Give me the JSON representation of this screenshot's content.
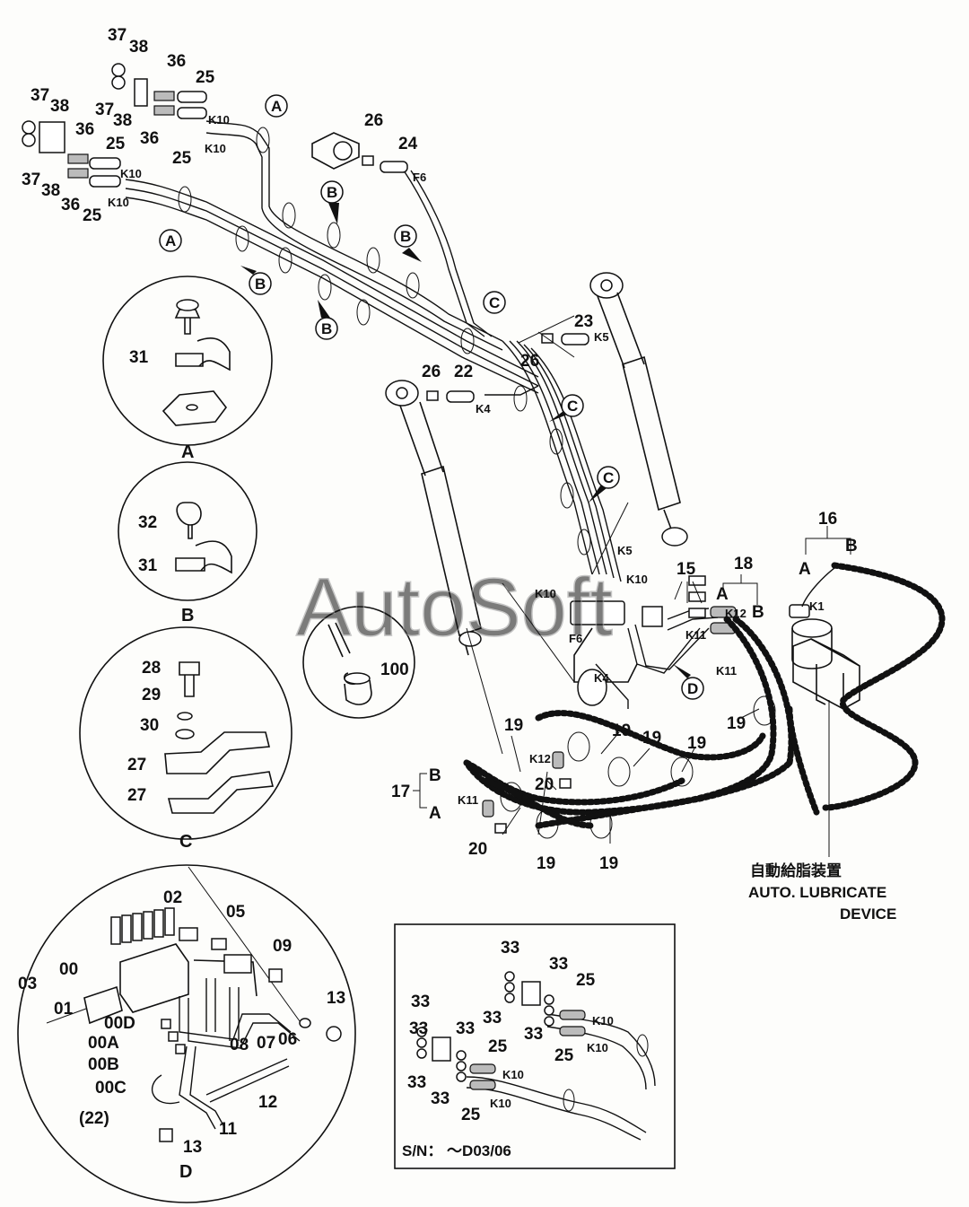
{
  "watermark": "AutoSoft",
  "part_labels": [
    {
      "id": "p37a",
      "text": "37"
    },
    {
      "id": "p38a",
      "text": "38"
    },
    {
      "id": "p37b",
      "text": "37"
    },
    {
      "id": "p38b",
      "text": "38"
    },
    {
      "id": "p37c",
      "text": "37"
    },
    {
      "id": "p38c",
      "text": "38"
    },
    {
      "id": "p37d",
      "text": "37"
    },
    {
      "id": "p38d",
      "text": "38"
    },
    {
      "id": "p36a",
      "text": "36"
    },
    {
      "id": "p36b",
      "text": "36"
    },
    {
      "id": "p36c",
      "text": "36"
    },
    {
      "id": "p36d",
      "text": "36"
    },
    {
      "id": "p25a",
      "text": "25"
    },
    {
      "id": "p25b",
      "text": "25"
    },
    {
      "id": "p25c",
      "text": "25"
    },
    {
      "id": "p25d",
      "text": "25"
    },
    {
      "id": "p26a",
      "text": "26"
    },
    {
      "id": "p24",
      "text": "24"
    },
    {
      "id": "p23",
      "text": "23"
    },
    {
      "id": "p26b",
      "text": "26"
    },
    {
      "id": "p26c",
      "text": "26"
    },
    {
      "id": "p22",
      "text": "22"
    },
    {
      "id": "p31a",
      "text": "31"
    },
    {
      "id": "p32",
      "text": "32"
    },
    {
      "id": "p31b",
      "text": "31"
    },
    {
      "id": "p28",
      "text": "28"
    },
    {
      "id": "p29",
      "text": "29"
    },
    {
      "id": "p30",
      "text": "30"
    },
    {
      "id": "p27a",
      "text": "27"
    },
    {
      "id": "p27b",
      "text": "27"
    },
    {
      "id": "p100",
      "text": "100"
    },
    {
      "id": "p16",
      "text": "16"
    },
    {
      "id": "p15",
      "text": "15"
    },
    {
      "id": "p18",
      "text": "18"
    },
    {
      "id": "p17",
      "text": "17"
    },
    {
      "id": "p19a",
      "text": "19"
    },
    {
      "id": "p19b",
      "text": "19"
    },
    {
      "id": "p19c",
      "text": "19"
    },
    {
      "id": "p19d",
      "text": "19"
    },
    {
      "id": "p19e",
      "text": "19"
    },
    {
      "id": "p19f",
      "text": "19"
    },
    {
      "id": "p19g",
      "text": "19"
    },
    {
      "id": "p20a",
      "text": "20"
    },
    {
      "id": "p20b",
      "text": "20"
    },
    {
      "id": "p02",
      "text": "02"
    },
    {
      "id": "p05",
      "text": "05"
    },
    {
      "id": "p09",
      "text": "09"
    },
    {
      "id": "p03",
      "text": "03"
    },
    {
      "id": "p00",
      "text": "00"
    },
    {
      "id": "p01",
      "text": "01"
    },
    {
      "id": "p00D",
      "text": "00D"
    },
    {
      "id": "p00A",
      "text": "00A"
    },
    {
      "id": "p00B",
      "text": "00B"
    },
    {
      "id": "p00C",
      "text": "00C"
    },
    {
      "id": "p22b",
      "text": "(22)"
    },
    {
      "id": "p08",
      "text": "08"
    },
    {
      "id": "p07",
      "text": "07"
    },
    {
      "id": "p06",
      "text": "06"
    },
    {
      "id": "p13a",
      "text": "13"
    },
    {
      "id": "p13b",
      "text": "13"
    },
    {
      "id": "p12",
      "text": "12"
    },
    {
      "id": "p11",
      "text": "11"
    },
    {
      "id": "p33a",
      "text": "33"
    },
    {
      "id": "p33b",
      "text": "33"
    },
    {
      "id": "p33c",
      "text": "33"
    },
    {
      "id": "p33d",
      "text": "33"
    },
    {
      "id": "p33e",
      "text": "33"
    },
    {
      "id": "p33f",
      "text": "33"
    },
    {
      "id": "p33g",
      "text": "33"
    },
    {
      "id": "p33h",
      "text": "33"
    },
    {
      "id": "p33i",
      "text": "33"
    },
    {
      "id": "p25e",
      "text": "25"
    },
    {
      "id": "p25f",
      "text": "25"
    },
    {
      "id": "p25g",
      "text": "25"
    },
    {
      "id": "p25h",
      "text": "25"
    }
  ],
  "connector_labels": [
    {
      "id": "k10a",
      "text": "K10"
    },
    {
      "id": "k10b",
      "text": "K10"
    },
    {
      "id": "k10c",
      "text": "K10"
    },
    {
      "id": "k10d",
      "text": "K10"
    },
    {
      "id": "f6a",
      "text": "F6"
    },
    {
      "id": "k5a",
      "text": "K5"
    },
    {
      "id": "k4a",
      "text": "K4"
    },
    {
      "id": "k5b",
      "text": "K5"
    },
    {
      "id": "k10e",
      "text": "K10"
    },
    {
      "id": "k10f",
      "text": "K10"
    },
    {
      "id": "f6b",
      "text": "F6"
    },
    {
      "id": "k4b",
      "text": "K4"
    },
    {
      "id": "k12a",
      "text": "K12"
    },
    {
      "id": "k11a",
      "text": "K11"
    },
    {
      "id": "k11b",
      "text": "K11"
    },
    {
      "id": "k1",
      "text": "K1"
    },
    {
      "id": "k12b",
      "text": "K12"
    },
    {
      "id": "k11c",
      "text": "K11"
    },
    {
      "id": "k10g",
      "text": "K10"
    },
    {
      "id": "k10h",
      "text": "K10"
    },
    {
      "id": "k10i",
      "text": "K10"
    },
    {
      "id": "k10j",
      "text": "K10"
    }
  ],
  "callouts": [
    {
      "id": "cA1",
      "text": "A"
    },
    {
      "id": "cA2",
      "text": "A"
    },
    {
      "id": "cB1",
      "text": "B"
    },
    {
      "id": "cB2",
      "text": "B"
    },
    {
      "id": "cB3",
      "text": "B"
    },
    {
      "id": "cB4",
      "text": "B"
    },
    {
      "id": "cC1",
      "text": "C"
    },
    {
      "id": "cC2",
      "text": "C"
    },
    {
      "id": "cC3",
      "text": "C"
    },
    {
      "id": "cD1",
      "text": "D"
    }
  ],
  "branch_labels": [
    {
      "id": "bA16",
      "text": "A"
    },
    {
      "id": "bB16",
      "text": "B"
    },
    {
      "id": "bA18",
      "text": "A"
    },
    {
      "id": "bB18",
      "text": "B"
    },
    {
      "id": "bB17",
      "text": "B"
    },
    {
      "id": "bA17",
      "text": "A"
    }
  ],
  "detail_titles": {
    "a": "A",
    "b": "B",
    "c": "C",
    "d": "D"
  },
  "note": {
    "line1": "自動給脂装置",
    "line2": "AUTO. LUBRICATE",
    "line3": "DEVICE"
  },
  "serial": "S/N： ～D03/06"
}
